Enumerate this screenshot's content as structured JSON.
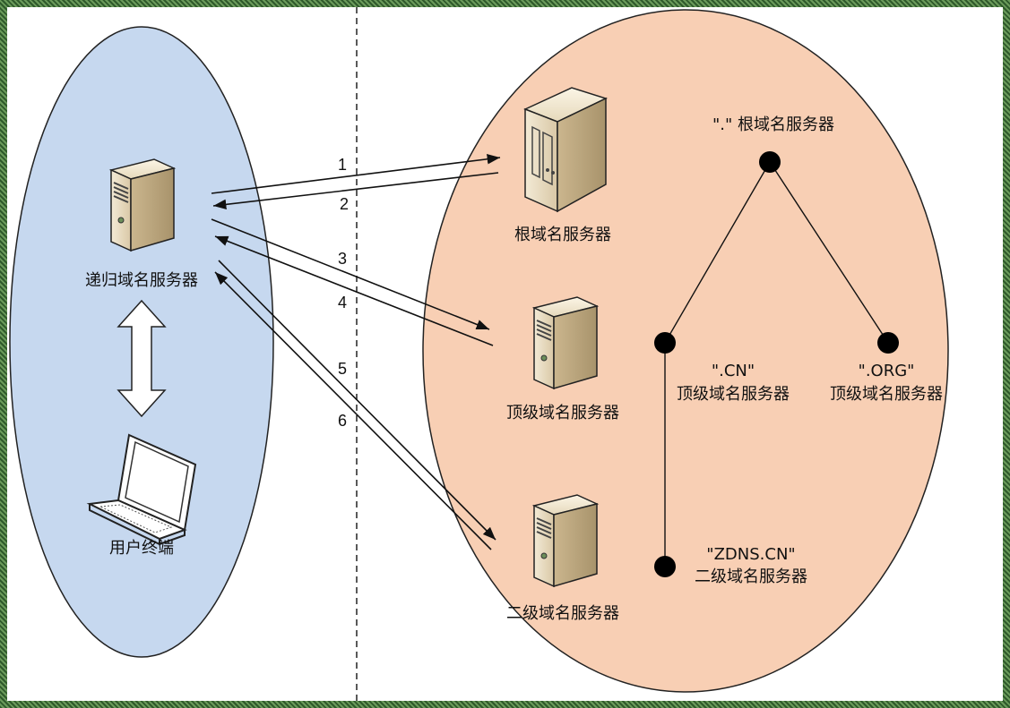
{
  "left_zone": {
    "recursive_server_label": "递归域名服务器",
    "client_label": "用户终端"
  },
  "right_zone": {
    "root_server_label": "根域名服务器",
    "tld_server_label": "顶级域名服务器",
    "sld_server_label": "二级域名服务器"
  },
  "steps": [
    "1",
    "2",
    "3",
    "4",
    "5",
    "6"
  ],
  "tree": {
    "root": {
      "name": "\".\"",
      "title": "根域名服务器",
      "full": "\".\" 根域名服务器"
    },
    "cn": {
      "name": "\".CN\"",
      "title": "顶级域名服务器"
    },
    "org": {
      "name": "\".ORG\"",
      "title": "顶级域名服务器"
    },
    "zdns": {
      "name": "\"ZDNS.CN\"",
      "title": "二级域名服务器"
    }
  },
  "colors": {
    "left_zone_fill": "#c6d8ef",
    "right_zone_fill": "#f8cfb4",
    "zone_stroke": "#222222"
  }
}
